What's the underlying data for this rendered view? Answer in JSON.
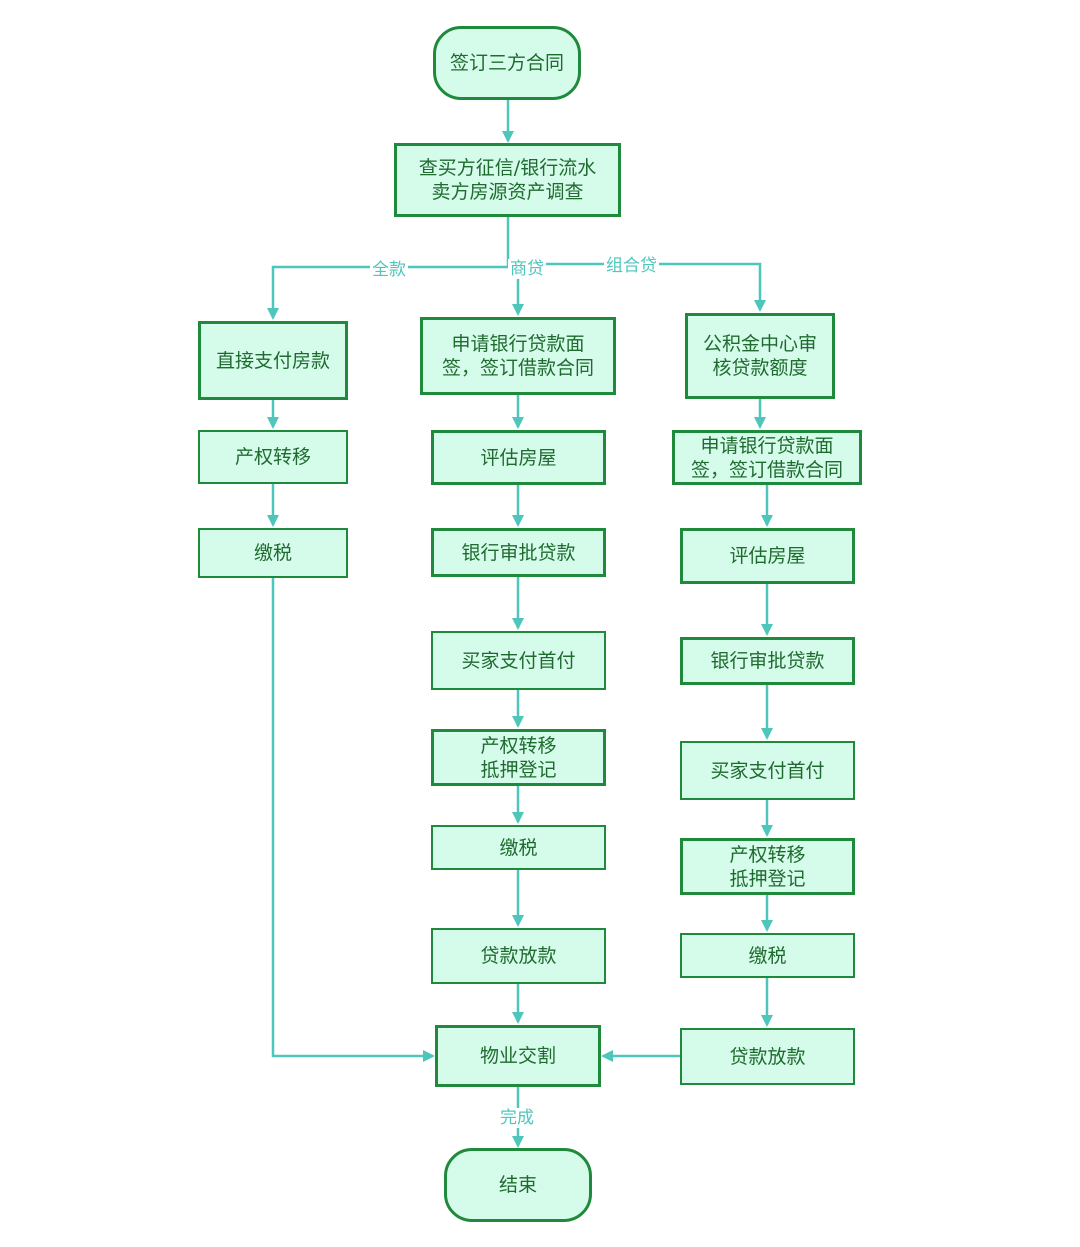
{
  "colors": {
    "node_fill": "#d5fbea",
    "node_border": "#1f8a3c",
    "node_text": "#1f6b2f",
    "edge": "#4fc6bc"
  },
  "nodes": {
    "start": "签订三方合同",
    "check": "查买方征信/银行流水\n卖方房源资产调查",
    "full_pay": "直接支付房款",
    "full_transfer": "产权转移",
    "full_tax": "缴税",
    "biz_apply": "申请银行贷款面\n签，签订借款合同",
    "biz_assess": "评估房屋",
    "biz_approve": "银行审批贷款",
    "biz_down": "买家支付首付",
    "biz_transfer": "产权转移\n抵押登记",
    "biz_tax": "缴税",
    "biz_release": "贷款放款",
    "combo_fund": "公积金中心审\n核贷款额度",
    "combo_apply": "申请银行贷款面\n签，签订借款合同",
    "combo_assess": "评估房屋",
    "combo_approve": "银行审批贷款",
    "combo_down": "买家支付首付",
    "combo_transfer": "产权转移\n抵押登记",
    "combo_tax": "缴税",
    "combo_release": "贷款放款",
    "handover": "物业交割",
    "end": "结束"
  },
  "edge_labels": {
    "full": "全款",
    "business": "商贷",
    "combo": "组合贷",
    "done": "完成"
  }
}
